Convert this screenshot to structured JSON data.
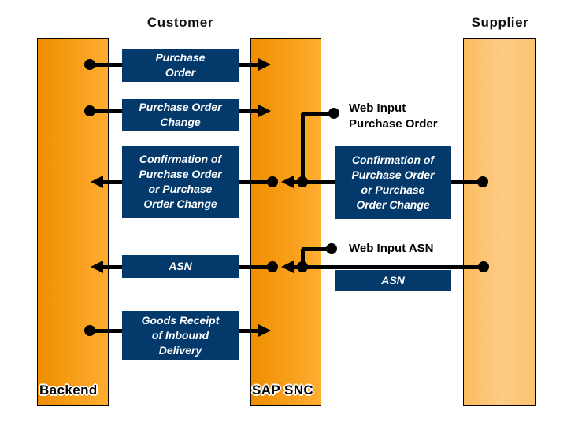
{
  "headings": {
    "customer": "Customer",
    "supplier": "Supplier"
  },
  "bars": {
    "backend_label": "Backend",
    "snc_label": "SAP SNC"
  },
  "boxes": {
    "purchase_order": "Purchase\nOrder",
    "purchase_order_change": "Purchase Order\nChange",
    "confirmation_left": "Confirmation of\nPurchase Order\nor Purchase\nOrder Change",
    "confirmation_right": "Confirmation of\nPurchase Order\nor Purchase\nOrder Change",
    "asn_left": "ASN",
    "asn_right": "ASN",
    "goods_receipt": "Goods Receipt\nof Inbound\nDelivery"
  },
  "web_labels": {
    "web_input_po": "Web Input\nPurchase Order",
    "web_input_asn": "Web Input ASN"
  },
  "colors": {
    "box_navy": "#043A6B",
    "bar_orange_dark": "#EF8E00",
    "bar_orange_light": "#FFAD31",
    "supplier_left": "#FBBC61",
    "supplier_mid": "#FDCB85",
    "supplier_right": "#FCC26E",
    "line_black": "#000000"
  }
}
